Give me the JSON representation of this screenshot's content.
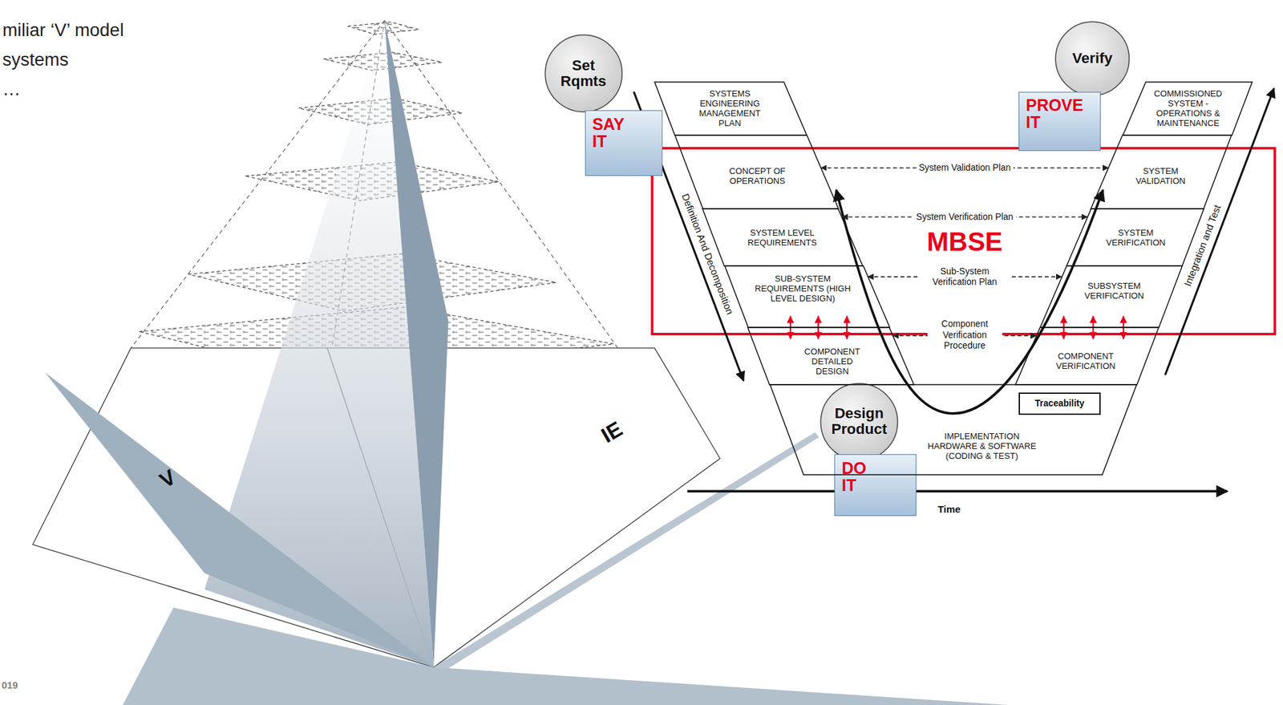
{
  "diagram": {
    "nodes": [
      {
        "text": [
          "Set Rqmts"
        ]
      },
      {
        "text": [
          "SAY IT"
        ]
      },
      {
        "text": [
          "Verify"
        ]
      },
      {
        "text": [
          "PROVE IT"
        ]
      },
      {
        "text": [
          "SYSTEMS ENGINEERING MANAGEMENT PLAN"
        ]
      },
      {
        "text": [
          "COMMISSIONED SYSTEM - OPERATIONS & MAINTENANCE"
        ]
      },
      {
        "text": [
          "CONCEPT OF OPERATIONS"
        ]
      },
      {
        "text": [
          "SYSTEM VALIDATION"
        ]
      },
      {
        "text": [
          "SYSTEM LEVEL REQUIREMENTS"
        ]
      },
      {
        "text": [
          "SYSTEM VERIFICATION"
        ]
      },
      {
        "text": [
          "SUB-SYSTEM REQUIREMENTS (HIGH LEVEL DESIGN)"
        ]
      },
      {
        "text": [
          "SUBSYSTEM VERIFICATION"
        ]
      },
      {
        "text": [
          "COMPONENT DETAILED DESIGN"
        ]
      },
      {
        "text": [
          "COMPONENT VERIFICATION"
        ]
      },
      {
        "text": [
          "Design Product"
        ]
      },
      {
        "text": [
          "DO IT"
        ]
      },
      {
        "text": [
          "Traceability"
        ]
      },
      {
        "text": [
          "IMPLEMENTATION HARDWARE & SOFTWARE (CODING & TEST)"
        ]
      }
    ],
    "edges": [
      {
        "from": 6,
        "to": 7,
        "label": "System Validation Plan",
        "arrow": "both"
      },
      {
        "from": 8,
        "to": 9,
        "label": "System Verification Plan",
        "arrow": "both"
      },
      {
        "from": 10,
        "to": 11,
        "label": "Sub-System Verification Plan",
        "arrow": "both"
      },
      {
        "from": 12,
        "to": 13,
        "label": "Component Verification Procedure",
        "arrow": "both"
      },
      {
        "from": 10,
        "to": 12,
        "arrow": "both"
      },
      {
        "from": 10,
        "to": 12,
        "arrow": "both"
      },
      {
        "from": 10,
        "to": 12,
        "arrow": "both"
      },
      {
        "from": 11,
        "to": 13,
        "arrow": "both"
      },
      {
        "from": 11,
        "to": 13,
        "arrow": "both"
      },
      {
        "from": 11,
        "to": 13,
        "arrow": "both"
      }
    ],
    "labels": [
      "miliar ‘V’ model",
      "systems",
      "…",
      "IE",
      "V",
      "Definition And Decomposition",
      "Integration and Test",
      "MBSE",
      "Time",
      "019"
    ]
  }
}
